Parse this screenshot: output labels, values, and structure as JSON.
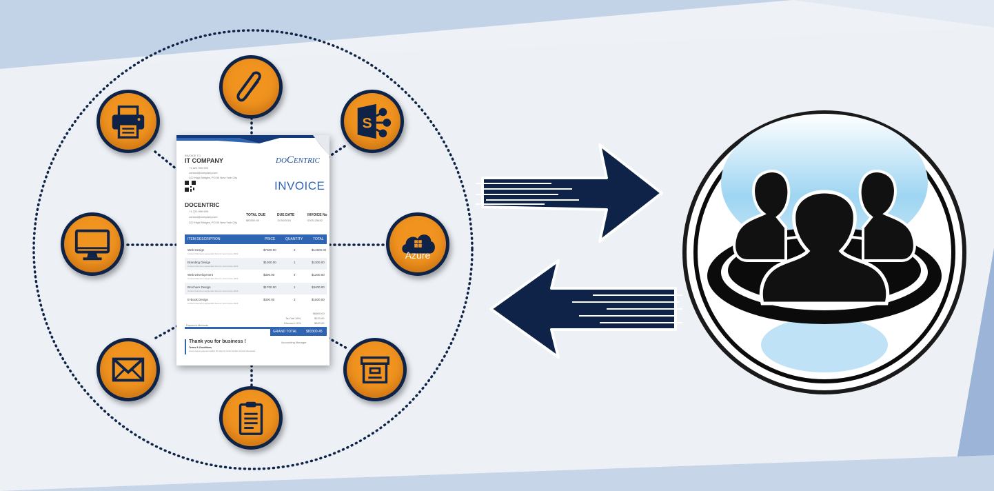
{
  "colors": {
    "orange": "#f0931f",
    "navy": "#0e2347",
    "invoice_blue": "#2f64b2",
    "background": "#e9eef5"
  },
  "nodes": [
    {
      "name": "paperclip-icon"
    },
    {
      "name": "sharepoint-icon",
      "glyph": "S"
    },
    {
      "name": "azure-cloud-icon",
      "label": "Azure"
    },
    {
      "name": "archive-box-icon"
    },
    {
      "name": "clipboard-icon"
    },
    {
      "name": "envelope-icon"
    },
    {
      "name": "monitor-icon"
    },
    {
      "name": "printer-icon"
    }
  ],
  "invoice": {
    "invoice_to_label": "INVOICE TO:",
    "client": "IT COMPANY",
    "client_lines": [
      "+1 222 999 999",
      "contact@company.com",
      "222 High Bridges, PO 50 New York City"
    ],
    "logo_do": "DO",
    "logo_c": "C",
    "logo_rest": "ENTRIC",
    "title": "INVOICE",
    "company": "DOCENTRIC",
    "company_lines": [
      "+1 222 999 999",
      "contact@company.com",
      "222 High Bridges, PO 50 New York City"
    ],
    "summary": [
      {
        "label": "TOTAL DUE",
        "value": "$83300.45"
      },
      {
        "label": "DUE DATE",
        "value": "11/30/2018"
      },
      {
        "label": "INVOICE No",
        "value": "0301125482"
      }
    ],
    "columns": [
      "ITEM DESCRIPTION",
      "PRICE",
      "QUANTITY",
      "TOTAL"
    ],
    "items": [
      {
        "desc": "Web Design",
        "note": "Content that lorem appended here for test invoice 2022",
        "price": "$7300.00",
        "qty": "2",
        "total": "$14600.00"
      },
      {
        "desc": "Branding Design",
        "note": "Content that lorem appended here for test invoice 2022",
        "price": "$1300.00",
        "qty": "1",
        "total": "$1300.00"
      },
      {
        "desc": "Web Development",
        "note": "Content that lorem appended here for test invoice 2022",
        "price": "$300.00",
        "qty": "4",
        "total": "$1200.00"
      },
      {
        "desc": "Brochure Design",
        "note": "Content that lorem appended here for test invoice 2022",
        "price": "$1700.00",
        "qty": "1",
        "total": "$3400.00"
      },
      {
        "desc": "E-Book Design",
        "note": "Content that lorem appended here for test invoice 2022",
        "price": "$300.00",
        "qty": "3",
        "total": "$1500.00"
      }
    ],
    "subtotal": "$8600.00",
    "tax_label": "Tax Vat 18%",
    "tax_value": "$120.00",
    "discount_label": "Discount 10%",
    "discount_value": "$300.00",
    "payment_label": "Payment Methods",
    "grand_total_label": "GRAND TOTAL",
    "grand_total_value": "$83300.45",
    "thanks": "Thank you for business !",
    "terms_label": "Terms & Conditions",
    "terms_text": "Lorem ipsum payment within 30 days by bank transfer and all scheduled",
    "manager": "Accounting Manager"
  }
}
